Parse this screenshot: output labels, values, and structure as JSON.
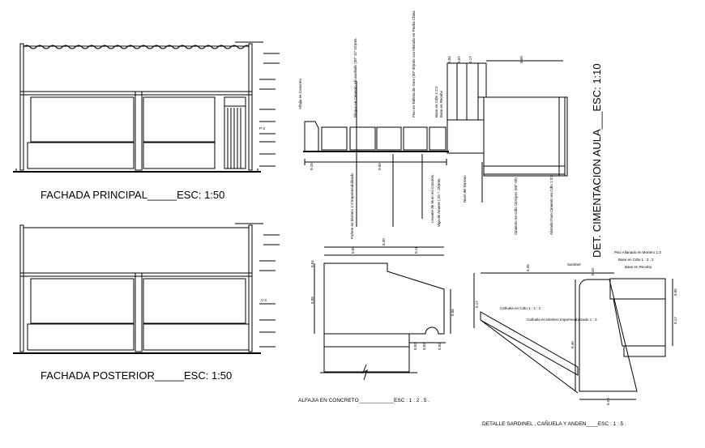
{
  "titles": {
    "fachada_principal": "FACHADA   PRINCIPAL_____ESC: 1:50",
    "fachada_posterior": "FACHADA   POSTERIOR_____ESC: 1:50",
    "cimentacion": "DET.   CIMENTACION  AULA___ESC: 1:10",
    "alfajia": "ALFAJIA     EN      CONCRETO____________ESC : 1 : 2 . 5 .",
    "sardinel": "DETALLE    SARDINEL , CAÑUELA  Y  ANDEN____ESC : 1 : 5 ."
  },
  "facade_labels": {
    "v3": "V-3",
    "p2": "P-2"
  },
  "cimentacion_labels": {
    "alfajia": "Alfajia en Concreto",
    "bloque": "Bloque en Cemento Abusardado (30\"-11\"-15)mts.",
    "piso": "Piso en Tableta de Gres (30\"-30)mts con Alistado en Piedra China",
    "base1": "Base en Cdto 1:2:2",
    "base2": "Base en Recebo",
    "pañete": "Pañete en Mortero 1:3 Impermeabilizado",
    "levante": "Levante de Muro en Concreto",
    "viga": "Viga de Amarre (.25 * .20)mts.",
    "nivel": "Nivel del Terreno",
    "cimiento": "Cimiento en Cdto Ciclópeo (60\"-40)",
    "alistado": "Alistado Para Cimiento en Cdto 1:3:5",
    "dims": [
      "0.10",
      "0.50",
      "0.04",
      "0.07",
      "0.17",
      "0.50"
    ]
  },
  "alfajia_labels": {
    "dims": [
      "0.20",
      "0.09",
      "0.11",
      "0.04",
      "0.08",
      "0.06",
      "0.02",
      "0.02",
      "0.02"
    ]
  },
  "sardinel_labels": {
    "sardinel": "Sardinel",
    "piso": "Piso Allanado en Mortero 1:3",
    "base_cdto": "Base en Cdto 1 : 2 : 2",
    "base_recebo": "Base en Recebo",
    "canuela_cdto": "Cañuela en Cdto 1 : 2 : 2",
    "canuela_mortero": "Cañuela en Mortero Impermeabilizado 1 : 3",
    "dims": [
      "0.35",
      "0.10",
      "0.17",
      "0.40",
      "0.05",
      "0.17",
      "0.20"
    ]
  }
}
